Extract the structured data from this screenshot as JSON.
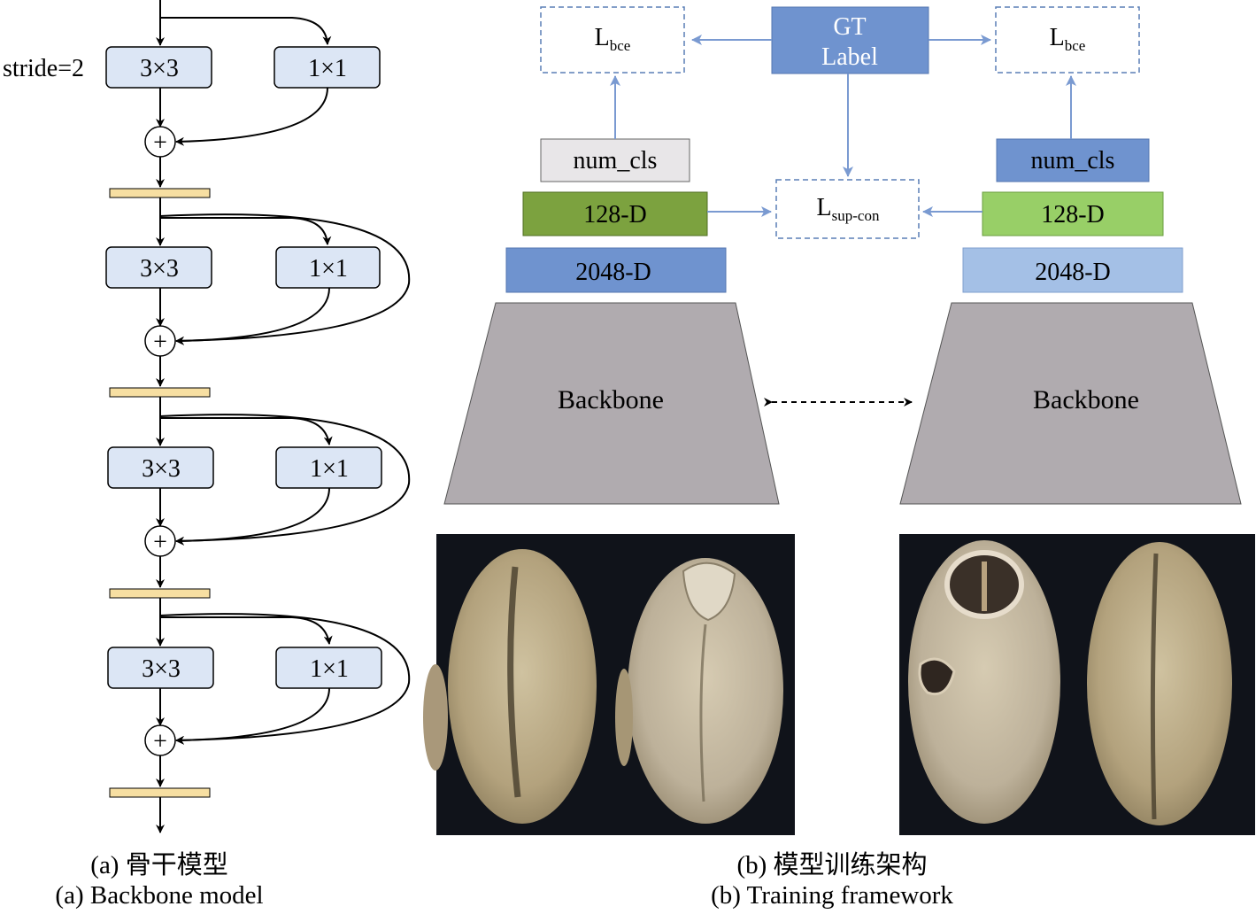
{
  "backbone_model": {
    "stride_label": "stride=2",
    "conv3_label": "3×3",
    "conv1_label": "1×1",
    "plus_symbol": "+"
  },
  "training_framework": {
    "gt_label_line1": "GT",
    "gt_label_line2": "Label",
    "loss_main": "L",
    "loss_bce_sub": "bce",
    "loss_supcon_sub": "sup-con",
    "num_cls_label": "num_cls",
    "feat_128_label": "128-D",
    "feat_2048_label": "2048-D",
    "backbone_label": "Backbone"
  },
  "captions": {
    "a_cn": "(a) 骨干模型",
    "a_en": "(a) Backbone model",
    "b_cn": "(b) 模型训练架构",
    "b_en": "(b) Training framework"
  },
  "colors": {
    "conv_block_fill": "#dce6f5",
    "bn_bar_fill": "#f7dfa2",
    "gt_fill": "#6f93cf",
    "num_cls_left_fill": "#e8e6e8",
    "num_cls_right_fill": "#6f93cf",
    "feat128_left_fill": "#7ca23f",
    "feat128_right_fill": "#98cf67",
    "feat2048_left_fill": "#6f93cf",
    "feat2048_right_fill": "#a4c0e6",
    "backbone_fill": "#b0abaf",
    "arrow_blue": "#7a9ad1",
    "image_bg": "#10131a"
  }
}
